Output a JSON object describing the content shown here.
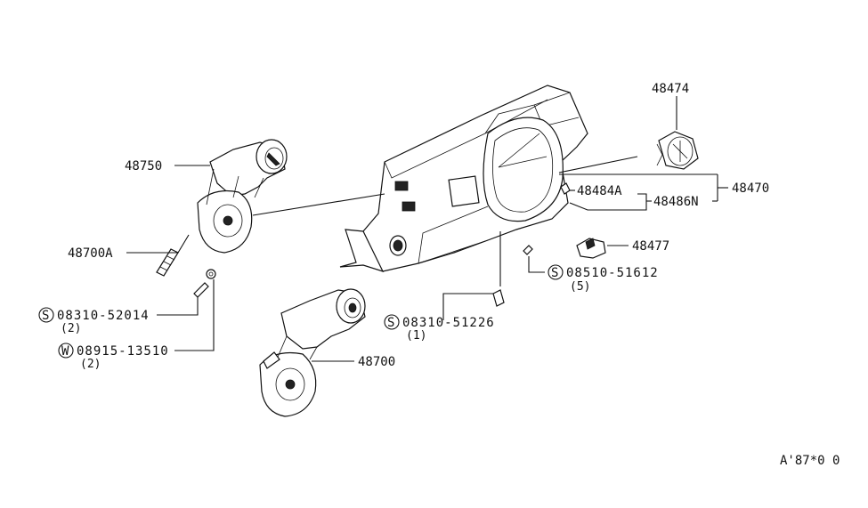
{
  "diagram": {
    "callouts": {
      "c48474": "48474",
      "c48750": "48750",
      "c48470": "48470",
      "c48484a": "48484A",
      "c48486n": "48486N",
      "c48477": "48477",
      "c48700a": "48700A",
      "c48700": "48700",
      "s0851051612": {
        "symbol": "S",
        "code": "08510-51612",
        "qty": "(5)"
      },
      "s0831052014": {
        "symbol": "S",
        "code": "08310-52014",
        "qty": "(2)"
      },
      "w0891513510": {
        "symbol": "W",
        "code": "08915-13510",
        "qty": "(2)"
      },
      "s0831051226": {
        "symbol": "S",
        "code": "08310-51226",
        "qty": "(1)"
      }
    },
    "figure_code": "A'87*0 0"
  }
}
